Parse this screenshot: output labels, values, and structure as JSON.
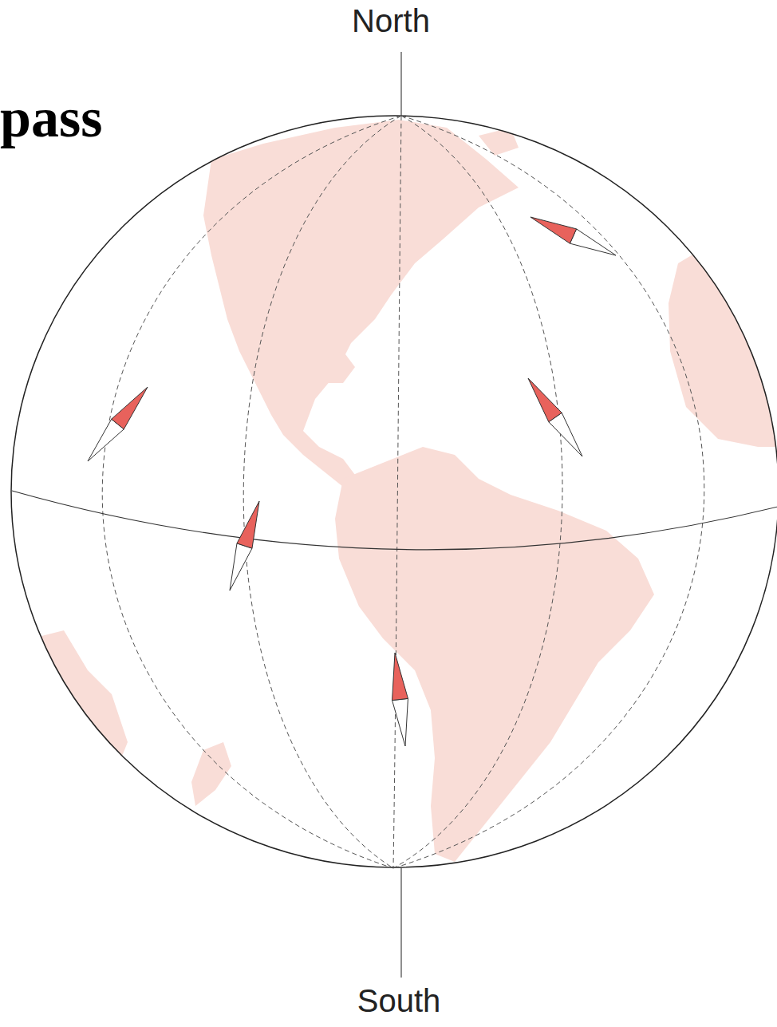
{
  "diagram": {
    "title": "pass",
    "labels": [
      "North",
      "South"
    ]
  }
}
